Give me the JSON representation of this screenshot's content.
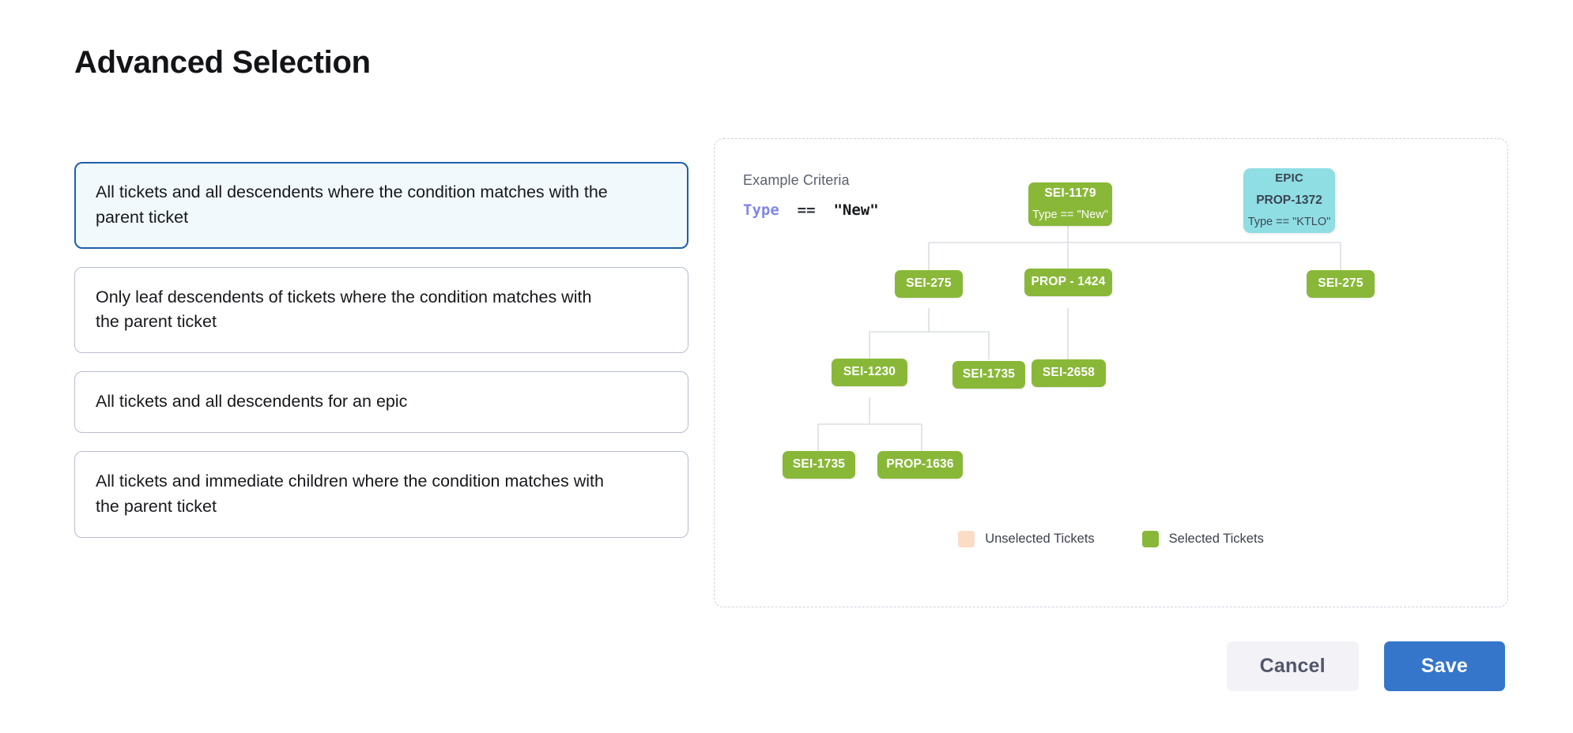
{
  "page": {
    "title": "Advanced Selection"
  },
  "options": [
    {
      "label": "All tickets and all descendents where the condition matches with the parent ticket",
      "selected": true
    },
    {
      "label": "Only leaf descendents of tickets where the condition matches with the parent ticket",
      "selected": false
    },
    {
      "label": "All tickets and all descendents for an epic",
      "selected": false
    },
    {
      "label": "All tickets and immediate children where the condition matches with the parent ticket",
      "selected": false
    }
  ],
  "diagram": {
    "criteria_label": "Example Criteria",
    "criteria_field": "Type",
    "criteria_operator": "==",
    "criteria_value": "\"New\"",
    "nodes": {
      "root": {
        "id": "SEI-1179",
        "sub": "Type == \"New\""
      },
      "epic": {
        "kind": "EPIC",
        "id": "PROP-1372",
        "sub": "Type == \"KTLO\""
      },
      "l2a": {
        "id": "SEI-275"
      },
      "l2b": {
        "id": "PROP - 1424"
      },
      "l2c": {
        "id": "SEI-275"
      },
      "l3a": {
        "id": "SEI-1230"
      },
      "l3b": {
        "id": "SEI-1735"
      },
      "l3c": {
        "id": "SEI-2658"
      },
      "l4a": {
        "id": "SEI-1735"
      },
      "l4b": {
        "id": "PROP-1636"
      }
    },
    "legend": [
      {
        "label": "Unselected Tickets",
        "color": "#fbdcc4"
      },
      {
        "label": "Selected Tickets",
        "color": "#89b839"
      }
    ]
  },
  "footer": {
    "cancel_label": "Cancel",
    "save_label": "Save"
  },
  "colors": {
    "selected_node": "#89b839",
    "epic_node": "#8fdee4",
    "unselected_swatch": "#fbdcc4",
    "primary_button": "#3576ca",
    "selected_card_border": "#1e5fa8",
    "selected_card_bg": "#f1f9fd"
  }
}
